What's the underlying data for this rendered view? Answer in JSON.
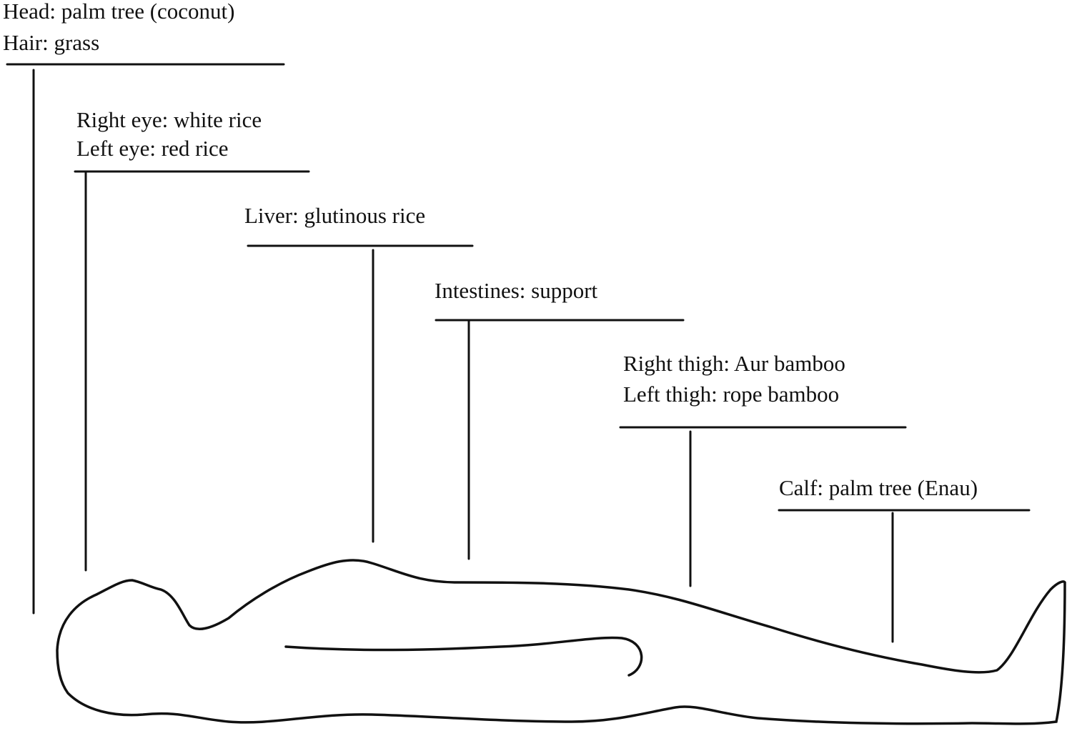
{
  "labels": {
    "head": "Head: palm tree (coconut)",
    "hair": "Hair: grass",
    "right_eye": "Right eye: white rice",
    "left_eye": "Left eye: red rice",
    "liver": "Liver: glutinous rice",
    "intestines": "Intestines: support",
    "right_thigh": "Right thigh: Aur bamboo",
    "left_thigh": "Left thigh: rope bamboo",
    "calf": "Calf: palm tree (Enau)"
  },
  "colors": {
    "line": "#111111",
    "background": "#ffffff"
  }
}
